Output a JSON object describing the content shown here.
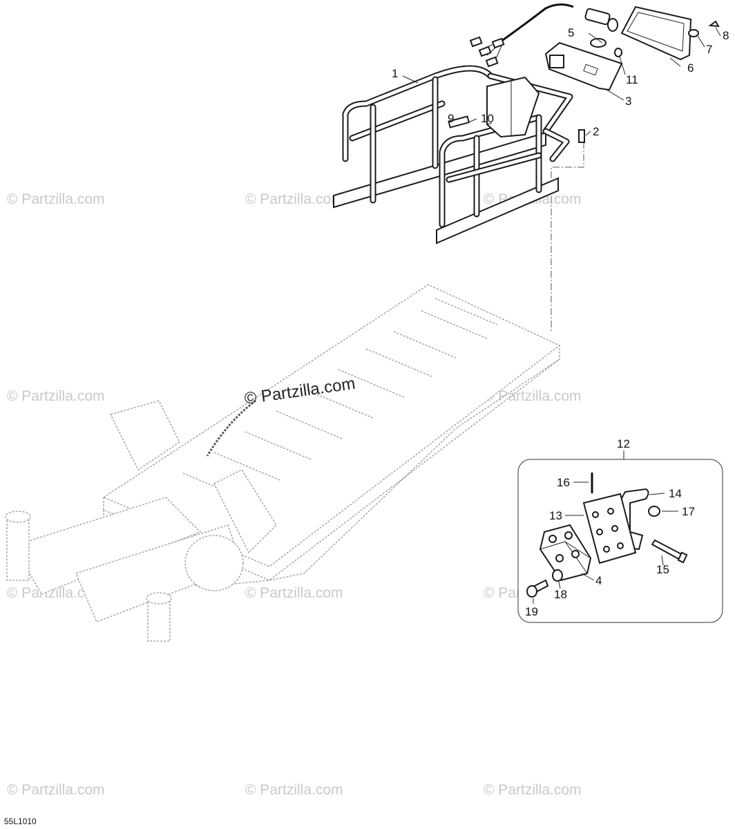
{
  "diagram": {
    "drawing_code": "55L1010",
    "watermark": "© Partzilla.com",
    "callouts": [
      "1",
      "2",
      "3",
      "4",
      "5",
      "6",
      "7",
      "8",
      "9",
      "10",
      "11",
      "12",
      "13",
      "14",
      "15",
      "16",
      "17",
      "18",
      "19"
    ]
  }
}
